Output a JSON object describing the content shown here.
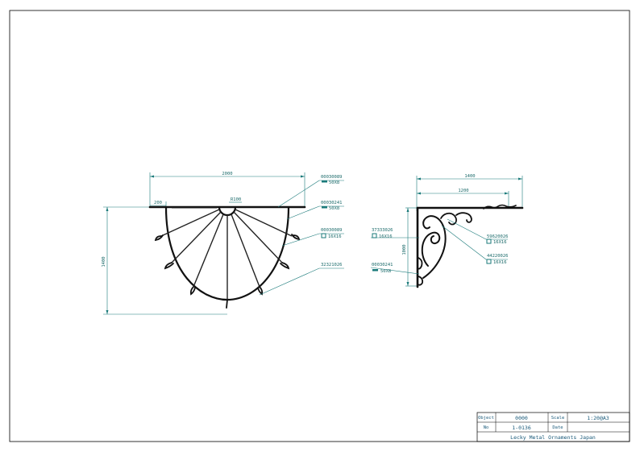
{
  "colors": {
    "dimension": "#1a7a7a",
    "ironwork": "#111111",
    "border": "#000000",
    "titleblock_text": "#1a5a7a"
  },
  "front_view": {
    "dim_overall_width": "2000",
    "dim_offset": "200",
    "dim_height": "1400",
    "radius_label": "R100",
    "callouts": [
      {
        "code": "00030089",
        "size": "50X8",
        "icon": "flat-bar-icon"
      },
      {
        "code": "00030241",
        "size": "50X8",
        "icon": "flat-bar-icon"
      },
      {
        "code": "00030089",
        "size": "16X16",
        "icon": "square-bar-icon"
      },
      {
        "code": "32321026",
        "size": "",
        "icon": ""
      }
    ]
  },
  "side_view": {
    "dim_overall": "1400",
    "dim_inner": "1200",
    "dim_height": "1000",
    "callouts": [
      {
        "code": "37333026",
        "size": "16X16",
        "icon": "square-bar-icon"
      },
      {
        "code": "00030241",
        "size": "50X8",
        "icon": "flat-bar-icon"
      },
      {
        "code": "59620026",
        "size": "16X16",
        "icon": "square-bar-icon"
      },
      {
        "code": "44220026",
        "size": "16X16",
        "icon": "square-bar-icon"
      }
    ]
  },
  "title_block": {
    "object_label": "Object",
    "object_value": "0000",
    "scale_label": "Scale",
    "scale_value": "1:20@A3",
    "no_label": "No",
    "no_value": "1-0136",
    "date_label": "Date",
    "date_value": "",
    "company": "Lecky Metal Ornaments Japan"
  }
}
